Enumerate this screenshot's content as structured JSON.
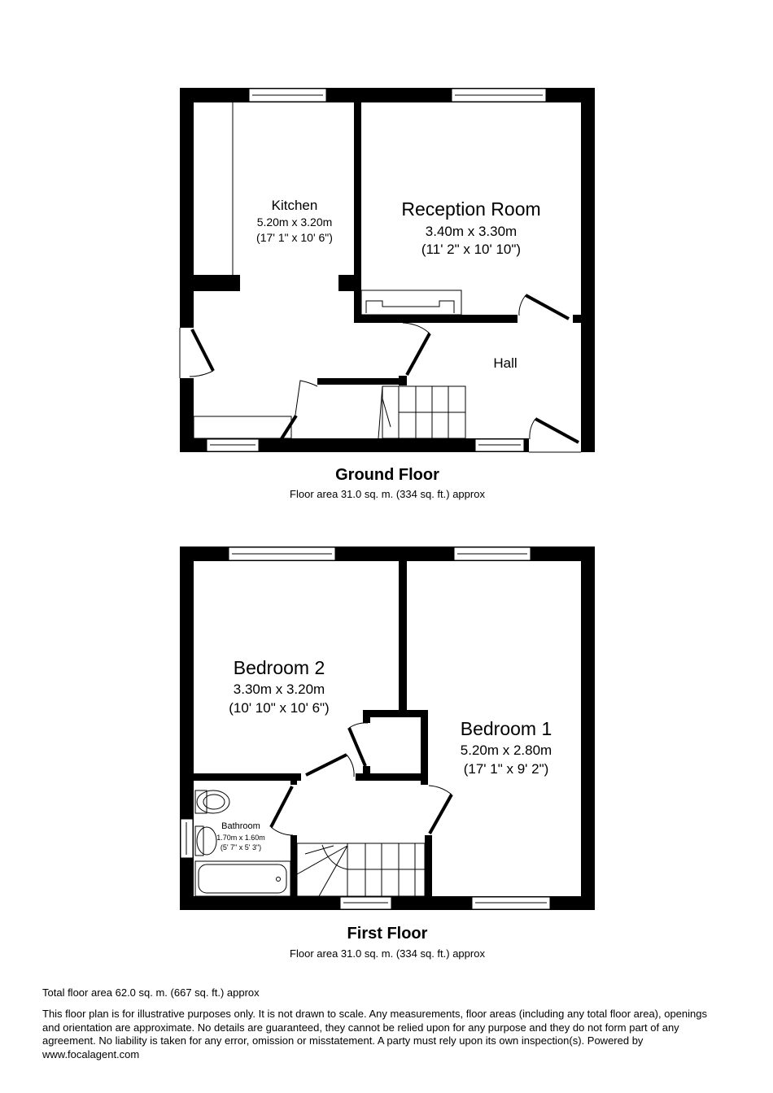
{
  "ground_floor": {
    "title": "Ground Floor",
    "area": "Floor area 31.0 sq. m. (334 sq. ft.) approx",
    "rooms": [
      {
        "name": "Kitchen",
        "metric": "5.20m x 3.20m",
        "imperial": "(17' 1\" x 10' 6\")"
      },
      {
        "name": "Reception Room",
        "metric": "3.40m x 3.30m",
        "imperial": "(11' 2\" x 10' 10\")"
      },
      {
        "name": "Hall"
      }
    ]
  },
  "first_floor": {
    "title": "First Floor",
    "area": "Floor area 31.0 sq. m. (334 sq. ft.) approx",
    "rooms": [
      {
        "name": "Bedroom 2",
        "metric": "3.30m x 3.20m",
        "imperial": "(10' 10\" x 10' 6\")"
      },
      {
        "name": "Bedroom 1",
        "metric": "5.20m x 2.80m",
        "imperial": "(17' 1\" x 9' 2\")"
      },
      {
        "name": "Bathroom",
        "metric": "1.70m x 1.60m",
        "imperial": "(5' 7\" x 5' 3\")"
      }
    ]
  },
  "footer": {
    "total": "Total floor area 62.0 sq. m. (667 sq. ft.) approx",
    "disclaimer": "This floor plan is for illustrative purposes only. It is not drawn to scale. Any measurements, floor areas (including any total floor area), openings and orientation are approximate. No details are guaranteed, they cannot be relied upon for any purpose and they do not form part of any agreement. No liability is taken for any error, omission or misstatement. A party must rely upon its own inspection(s). Powered by www.focalagent.com"
  }
}
